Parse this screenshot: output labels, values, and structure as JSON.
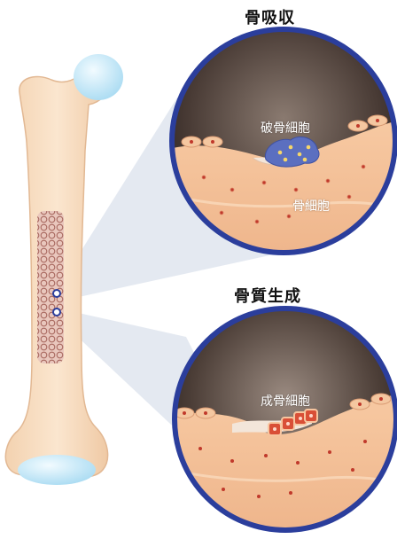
{
  "panels": {
    "resorption": {
      "heading": "骨吸収",
      "labels": [
        "破骨細胞",
        "骨細胞"
      ]
    },
    "formation": {
      "heading": "骨質生成",
      "labels": [
        "成骨細胞"
      ]
    }
  },
  "colors": {
    "bone": "#f6dcc0",
    "cartilage": "#bfe6f7",
    "ring": "#2b3e9c",
    "dark_bg": "#3a2e2a",
    "osteoclast": "#5b6fc0",
    "marrow": "#b07a72"
  }
}
